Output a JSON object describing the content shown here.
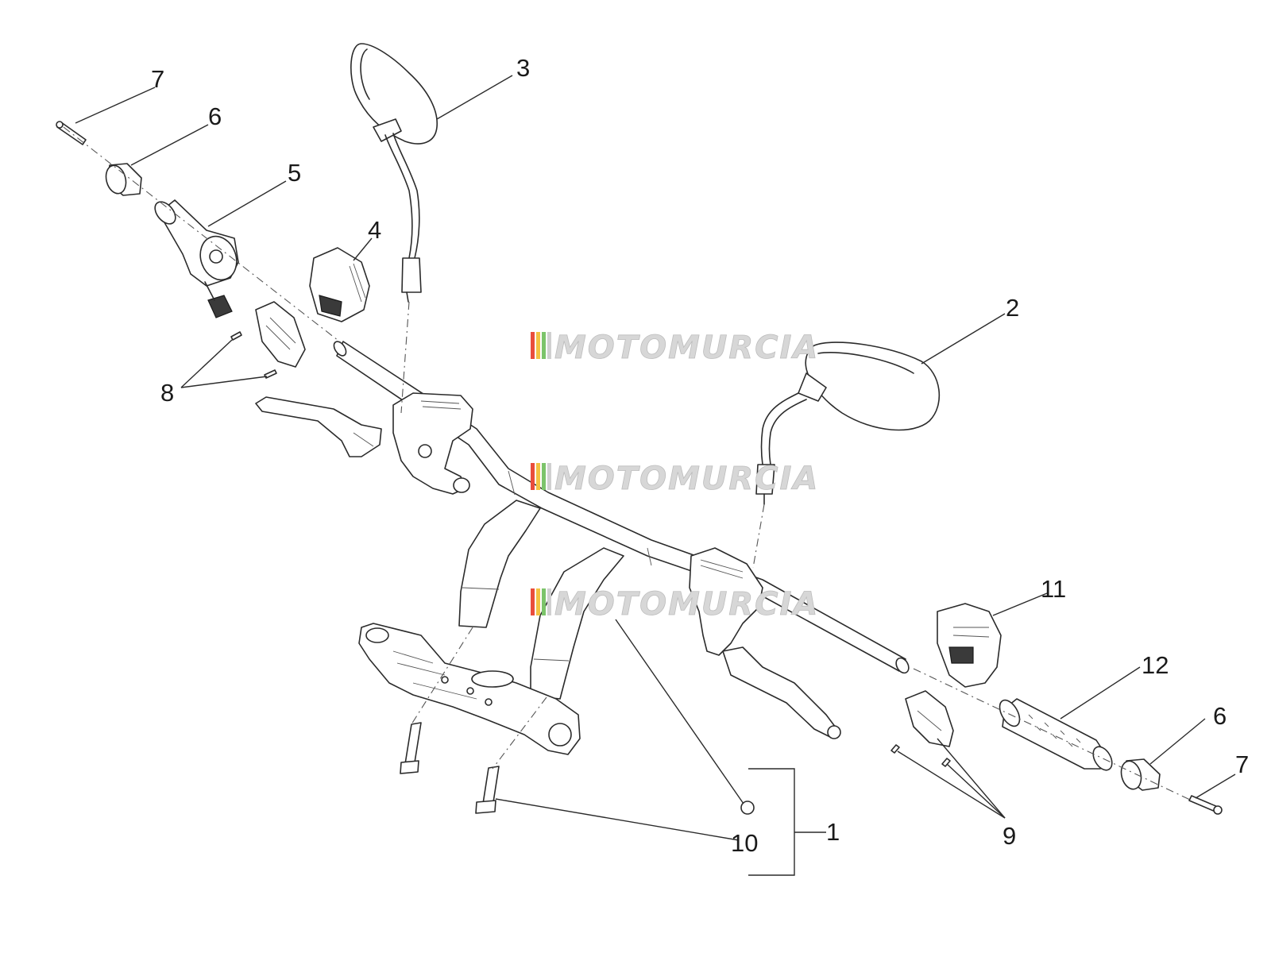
{
  "callouts": {
    "c1": "1",
    "c2": "2",
    "c3": "3",
    "c4": "4",
    "c5": "5",
    "c6_left": "6",
    "c6_right": "6",
    "c7_left": "7",
    "c7_right": "7",
    "c8": "8",
    "c9": "9",
    "c10": "10",
    "c11": "11",
    "c12": "12"
  },
  "watermark": {
    "text": "MOTOMURCIA",
    "stripe_colors": [
      "#e94e3c",
      "#f3c242",
      "#7cc46a",
      "#d0d0d0"
    ]
  }
}
